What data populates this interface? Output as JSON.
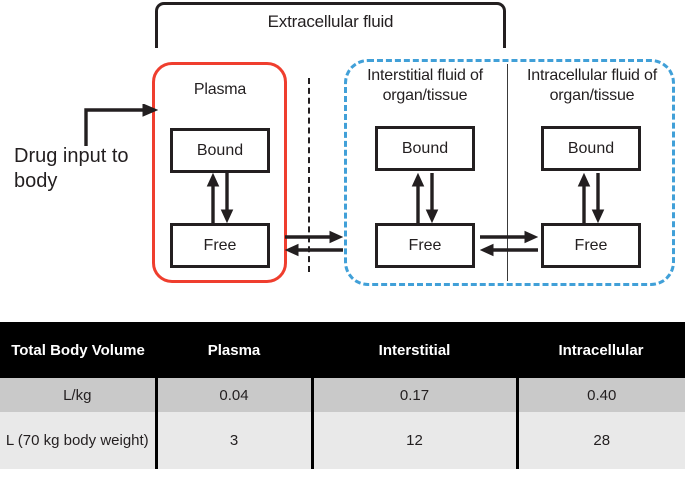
{
  "diagram": {
    "extracellular_label": "Extracellular fluid",
    "drug_input_label": "Drug input to body",
    "regions": [
      {
        "key": "plasma",
        "title": "Plasma",
        "outline_color": "#ef3e2e"
      },
      {
        "key": "interstitial",
        "title": "Interstitial fluid of organ/tissue",
        "outline_color": "#41a0d8"
      },
      {
        "key": "intracellular",
        "title": "Intracellular fluid of organ/tissue",
        "outline_color": "#41a0d8"
      }
    ],
    "compartments": {
      "bound": "Bound",
      "free": "Free"
    }
  },
  "table": {
    "headers": [
      "Total Body Volume",
      "Plasma",
      "Interstitial",
      "Intracellular"
    ],
    "rows": [
      {
        "label": "L/kg",
        "values": [
          "0.04",
          "0.17",
          "0.40"
        ]
      },
      {
        "label": "L (70 kg body weight)",
        "values": [
          "3",
          "12",
          "28"
        ]
      }
    ]
  },
  "colors": {
    "plasma_outline": "#ef3e2e",
    "tissue_outline": "#41a0d8",
    "header_bg": "#000000",
    "row_a_bg": "#c9c9c9",
    "row_b_bg": "#e9e9e9",
    "ink": "#231f20"
  }
}
